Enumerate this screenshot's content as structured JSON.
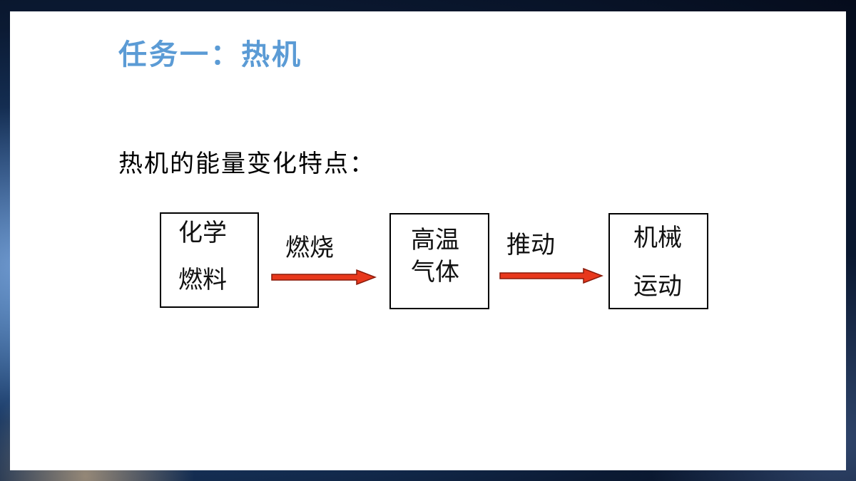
{
  "slide": {
    "title": "任务一：热机",
    "subtitle": "热机的能量变化特点："
  },
  "diagram": {
    "nodes": [
      {
        "id": "fuel",
        "line1": "化学",
        "line2": "燃料"
      },
      {
        "id": "gas",
        "line1": "高温",
        "line2": "气体"
      },
      {
        "id": "motion",
        "line1": "机械",
        "line2": "运动"
      }
    ],
    "edges": [
      {
        "from": "fuel",
        "to": "gas",
        "label": "燃烧"
      },
      {
        "from": "gas",
        "to": "motion",
        "label": "推动"
      }
    ],
    "colors": {
      "title": "#5b9bd5",
      "arrow_fill": "#e8381c",
      "arrow_stroke": "#8a1a0a",
      "box_border": "#000000"
    }
  }
}
